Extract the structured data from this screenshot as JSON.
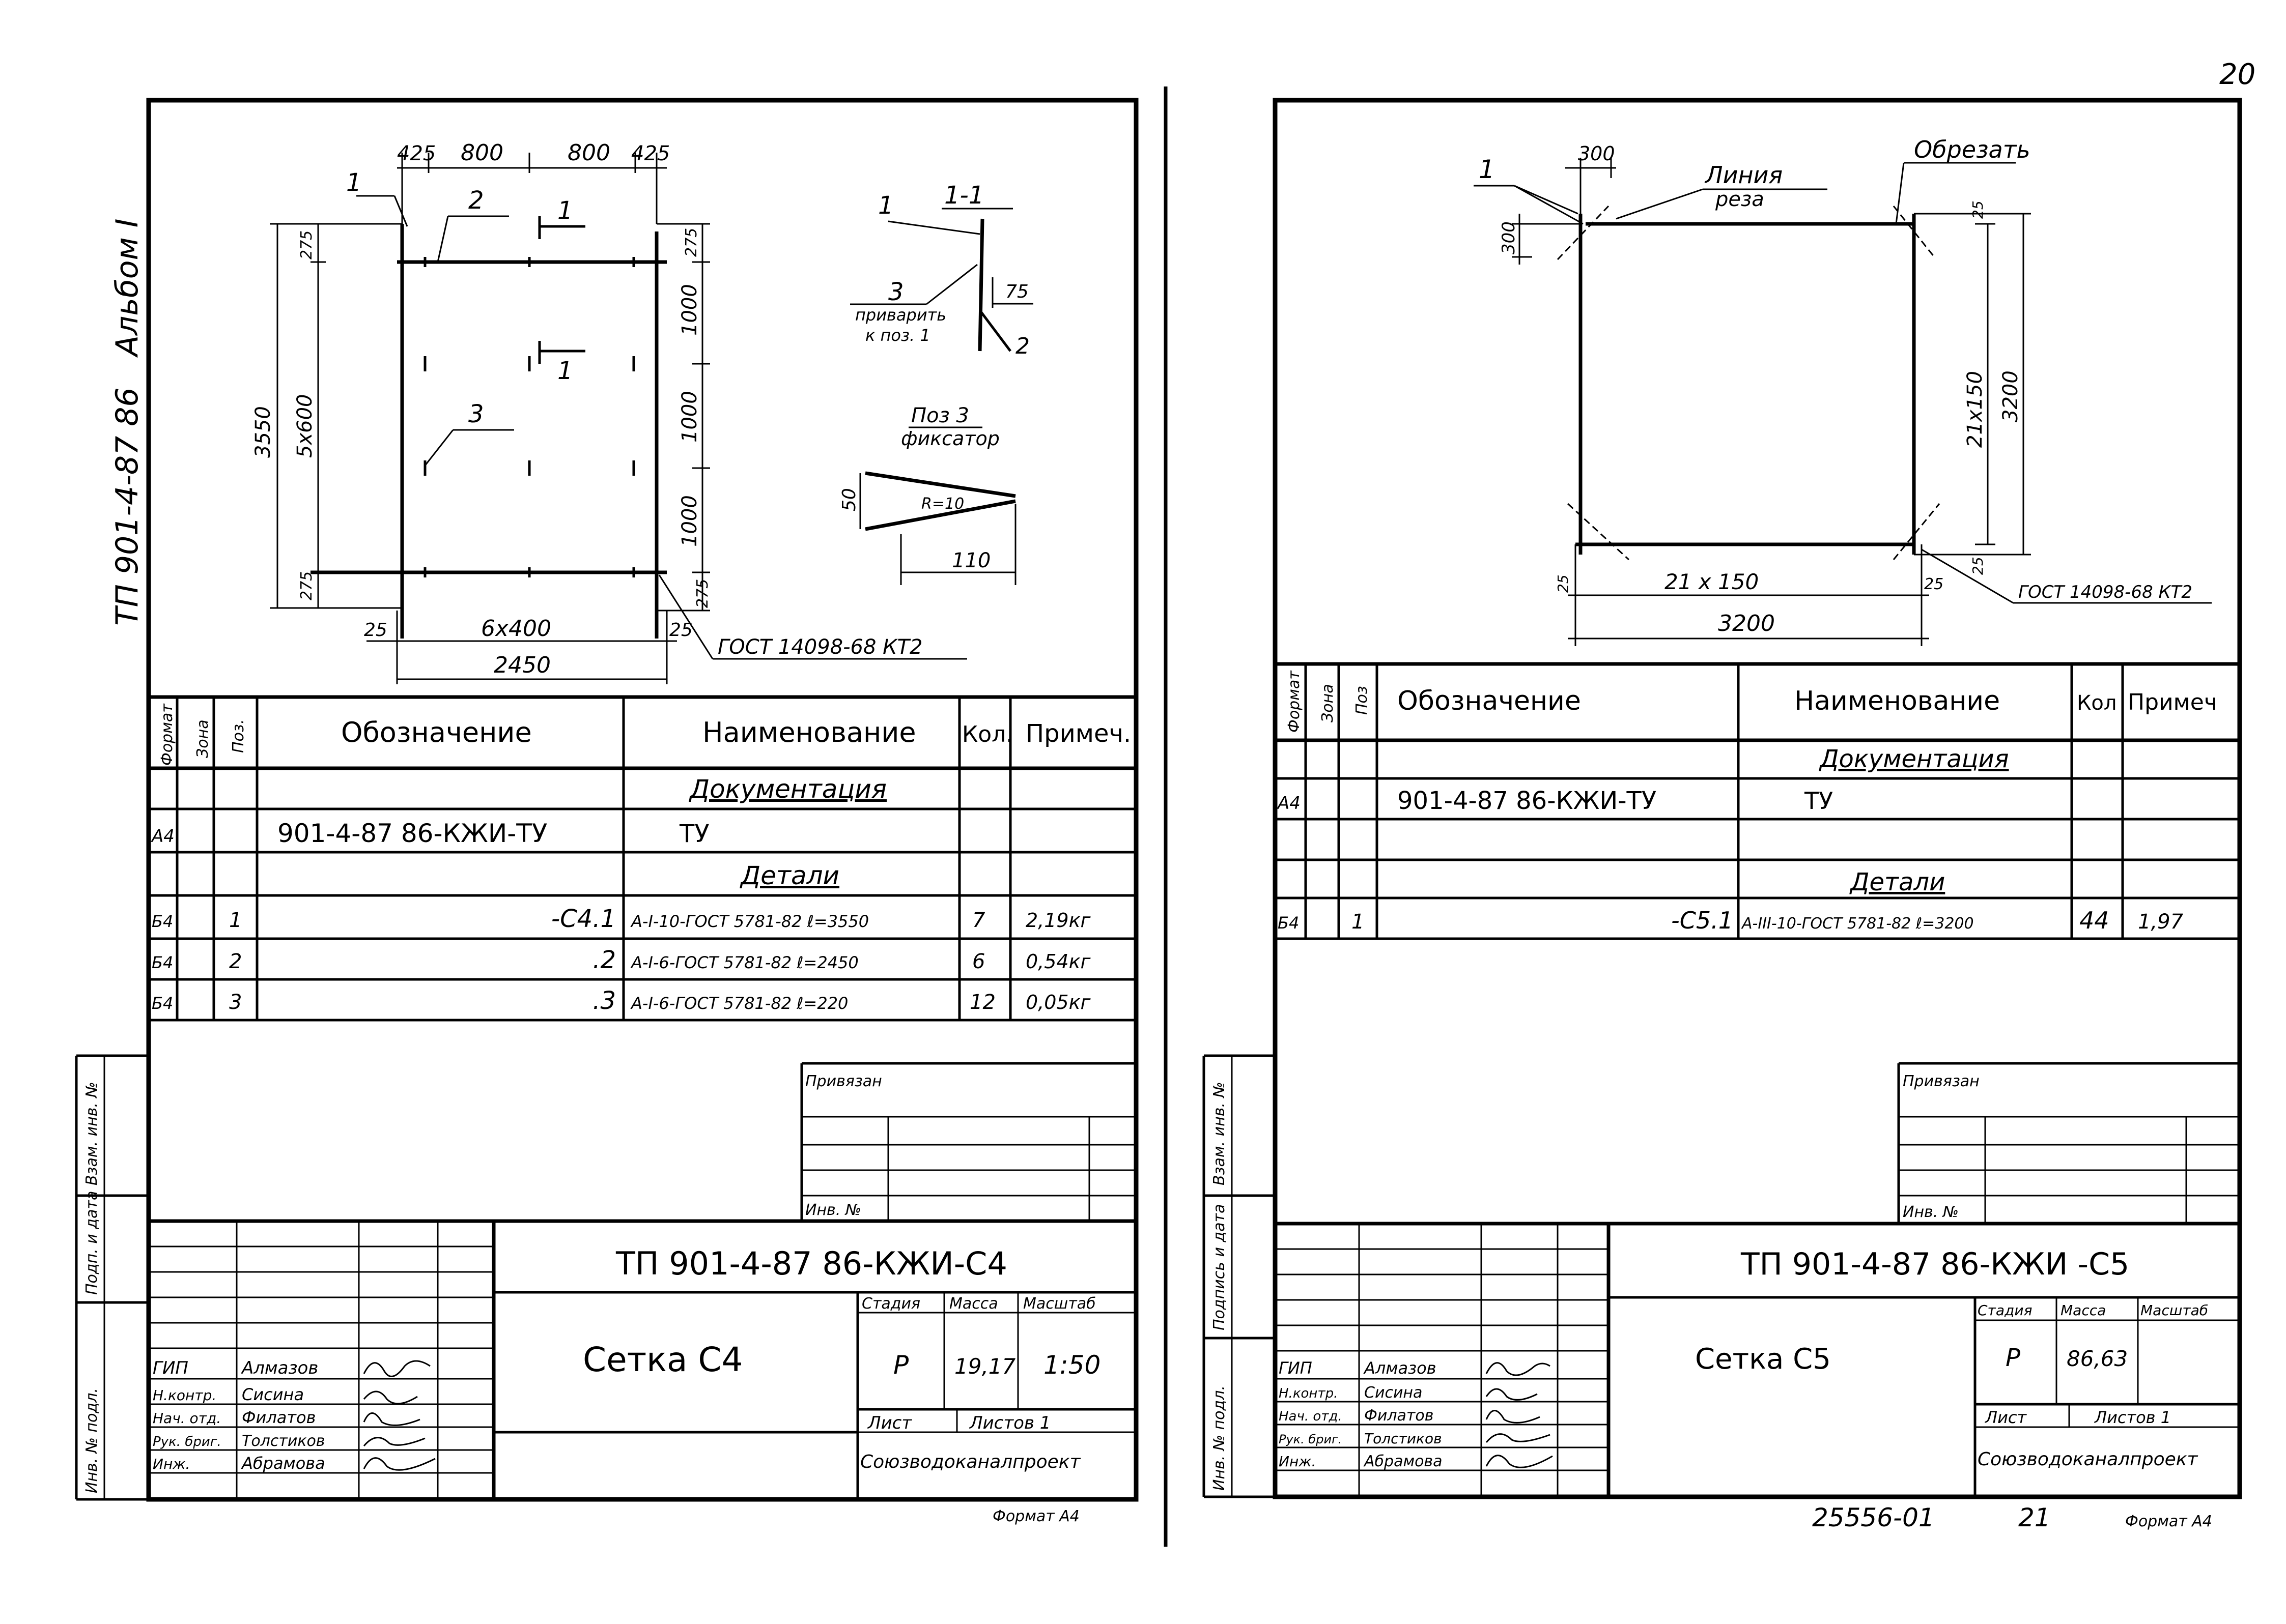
{
  "page_number": "20",
  "sign_1": "25556-01",
  "sign_2": "21",
  "left": {
    "side_album": "Альбом I",
    "side_code": "ТП 901-4-87 86",
    "drawing": {
      "dims_top": [
        "425",
        "800",
        "800",
        "425"
      ],
      "leaders": [
        "1",
        "2",
        "1",
        "3"
      ],
      "cut_mark_top": "1",
      "cut_mark_mid": "1",
      "left_inner": "5x600",
      "left_outer": "3550",
      "left_top": "275",
      "left_bottom": "275",
      "right_top": "275",
      "right_dims": [
        "1000",
        "1000",
        "1000"
      ],
      "right_bottom": "275",
      "bottom_left": "25",
      "bottom_mid": "6x400",
      "bottom_right": "25",
      "bottom_total": "2450",
      "gost_note": "ГОСТ 14098-68 КТ2",
      "section_title": "1-1",
      "section_num1": "1",
      "section_num3": "3",
      "section_num2": "2",
      "section_dim": "75",
      "weld_note_1": "приварить",
      "weld_note_2": "к поз. 1",
      "pos3_title": "Поз 3",
      "pos3_sub": "фиксатор",
      "pos3_r": "R=10",
      "pos3_h": "50",
      "pos3_l": "110"
    },
    "spec_headers": [
      "Формат",
      "Зона",
      "Поз.",
      "Обозначение",
      "Наименование",
      "Кол.",
      "Примеч."
    ],
    "spec_section_doc": "Документация",
    "spec_doc_row": {
      "format": "А4",
      "designation": "901-4-87 86-КЖИ-ТУ",
      "name": "ТУ"
    },
    "spec_section_details": "Детали",
    "spec_rows": [
      {
        "format": "Б4",
        "pos": "1",
        "designation": "-С4.1",
        "name": "А-I-10-ГОСТ 5781-82  ℓ=3550",
        "qty": "7",
        "note": "2,19кг"
      },
      {
        "format": "Б4",
        "pos": "2",
        "designation": ".2",
        "name": "А-I-6-ГОСТ 5781-82  ℓ=2450",
        "qty": "6",
        "note": "0,54кг"
      },
      {
        "format": "Б4",
        "pos": "3",
        "designation": ".3",
        "name": "А-I-6-ГОСТ 5781-82  ℓ=220",
        "qty": "12",
        "note": "0,05кг"
      }
    ],
    "privyazan": "Привязан",
    "inv_no": "Инв. №",
    "side_stamps": [
      "Взам. инв. №",
      "Подп. и дата",
      "Инв. № подл."
    ],
    "doc_code": "ТП 901-4-87 86-КЖИ-С4",
    "title": "Сетка С4",
    "stage_label": "Стадия",
    "mass_label": "Масса",
    "scale_label": "Масштаб",
    "stage": "Р",
    "mass": "19,17",
    "scale": "1:50",
    "sheet_label": "Лист",
    "sheets_label": "Листов 1",
    "org": "Союзводоканалпроект",
    "staff": [
      {
        "role": "ГИП",
        "name": "Алмазов"
      },
      {
        "role": "Н.контр.",
        "name": "Сисина"
      },
      {
        "role": "Нач. отд.",
        "name": "Филатов"
      },
      {
        "role": "Рук. бриг.",
        "name": "Толстиков"
      },
      {
        "role": "Инж.",
        "name": "Абрамова"
      }
    ],
    "format_note": "Формат А4"
  },
  "right": {
    "drawing": {
      "dim_300_top": "300",
      "dim_300_left": "300",
      "leader_1": "1",
      "cut_line_1": "Линия",
      "cut_line_2": "реза",
      "trim": "Обрезать",
      "top_right_25": "25",
      "right_inner": "21x150",
      "right_outer": "3200",
      "bottom_right_25": "25",
      "bottom_left_25": "25",
      "bottom_mid": "21 x 150",
      "bottom_right_25b": "25",
      "bottom_total": "3200",
      "gost_note": "ГОСТ 14098-68 КТ2"
    },
    "spec_headers": [
      "Формат",
      "Зона",
      "Поз",
      "Обозначение",
      "Наименование",
      "Кол",
      "Примеч"
    ],
    "spec_section_doc": "Документация",
    "spec_doc_row": {
      "format": "А4",
      "designation": "901-4-87 86-КЖИ-ТУ",
      "name": "ТУ"
    },
    "spec_section_details": "Детали",
    "spec_rows": [
      {
        "format": "Б4",
        "pos": "1",
        "designation": "-С5.1",
        "name": "А-III-10-ГОСТ 5781-82  ℓ=3200",
        "qty": "44",
        "note": "1,97"
      }
    ],
    "privyazan": "Привязан",
    "inv_no": "Инв. №",
    "side_stamps": [
      "Взам. инв. №",
      "Подпись и дата",
      "Инв. № подл."
    ],
    "doc_code": "ТП 901-4-87 86-КЖИ  -С5",
    "title": "Сетка С5",
    "stage_label": "Стадия",
    "mass_label": "Масса",
    "scale_label": "Масштаб",
    "stage": "Р",
    "mass": "86,63",
    "sheet_label": "Лист",
    "sheets_label": "Листов 1",
    "org": "Союзводоканалпроект",
    "staff": [
      {
        "role": "ГИП",
        "name": "Алмазов"
      },
      {
        "role": "Н.контр.",
        "name": "Сисина"
      },
      {
        "role": "Нач. отд.",
        "name": "Филатов"
      },
      {
        "role": "Рук. бриг.",
        "name": "Толстиков"
      },
      {
        "role": "Инж.",
        "name": "Абрамова"
      }
    ],
    "format_note": "Формат А4"
  }
}
